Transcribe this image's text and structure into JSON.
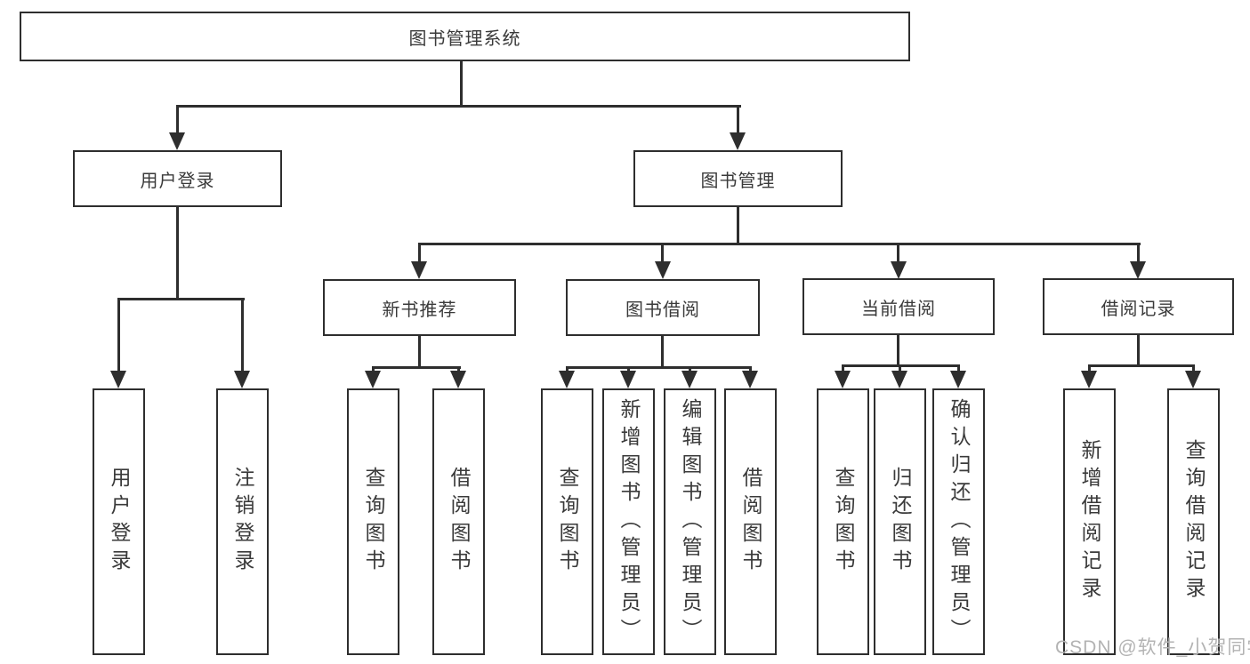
{
  "diagram": {
    "root": {
      "label": "图书管理系统"
    },
    "branches": [
      {
        "label": "用户登录",
        "children": [
          {
            "label": "用户登录"
          },
          {
            "label": "注销登录"
          }
        ]
      },
      {
        "label": "图书管理",
        "children": [
          {
            "label": "新书推荐",
            "children": [
              {
                "label": "查询图书"
              },
              {
                "label": "借阅图书"
              }
            ]
          },
          {
            "label": "图书借阅",
            "children": [
              {
                "label": "查询图书"
              },
              {
                "label": "新增图书（管理员）"
              },
              {
                "label": "编辑图书（管理员）"
              },
              {
                "label": "借阅图书"
              }
            ]
          },
          {
            "label": "当前借阅",
            "children": [
              {
                "label": "查询图书"
              },
              {
                "label": "归还图书"
              },
              {
                "label": "确认归还（管理员）"
              }
            ]
          },
          {
            "label": "借阅记录",
            "children": [
              {
                "label": "新增借阅记录"
              },
              {
                "label": "查询借阅记录"
              }
            ]
          }
        ]
      }
    ],
    "line_color": "#2e2e2e",
    "text_color": "#3a3a3a"
  },
  "watermark": {
    "text": "CSDN @软件_小贺同学"
  }
}
